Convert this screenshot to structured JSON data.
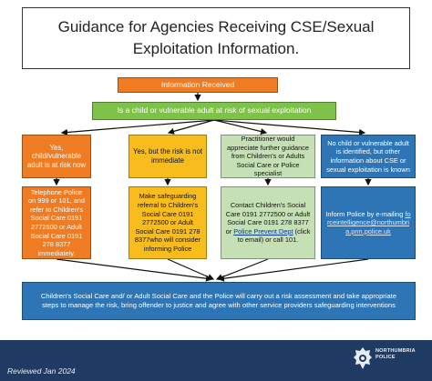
{
  "title": "Guidance for Agencies Receiving CSE/Sexual Exploitation Information.",
  "info_received": "Information Received",
  "question": "Is a child or vulnerable adult at risk of sexual exploitation",
  "branches": [
    {
      "label": "Yes, child/vulnerable adult is at risk now"
    },
    {
      "label": "Yes, but the risk is not immediate"
    },
    {
      "label": "Practitioner would appreciate further guidance from Children's or Adults Social Care or Police specialist"
    },
    {
      "label": "No child or vulnerable adult is identified, but other information about CSE or sexual exploitation is known"
    }
  ],
  "actions": [
    {
      "text": "Telephone Police on 999 or 101, and refer to Children's Social Care 0191 2772500 or Adult Social Care 0191 278 8377 immediately."
    },
    {
      "text": "Make safeguarding referral to Children's Social Care 0191 2772500 or Adult Social Care 0191 278 8377who will consider informing Police"
    },
    {
      "text_before": "Contact Children's Social Care 0191 2772500 or Adult Social Care 0191 278 8377 or ",
      "link": "Police Prevent Dept",
      "text_after": " (click to email) or call 101."
    },
    {
      "text_before": "Inform Police by e-mailing ",
      "link": "forceintelligence@northumbria.pnn.police.uk",
      "text_after": ""
    }
  ],
  "outcome": "Children's Social Care and/ or Adult Social Care and the Police will carry out a risk assessment and take appropriate steps to manage the risk, bring offender to justice and agree with other service providers safeguarding interventions",
  "footer": {
    "reviewed": "Reviewed Jan 2024",
    "org": "NORTHUMBRIA POLICE"
  },
  "colors": {
    "orange": "#ef7b22",
    "yellow": "#f8bd1c",
    "green": "#7fc24a",
    "light_green": "#c5e0b4",
    "blue": "#2e75b6",
    "navy": "#1f3b64"
  }
}
